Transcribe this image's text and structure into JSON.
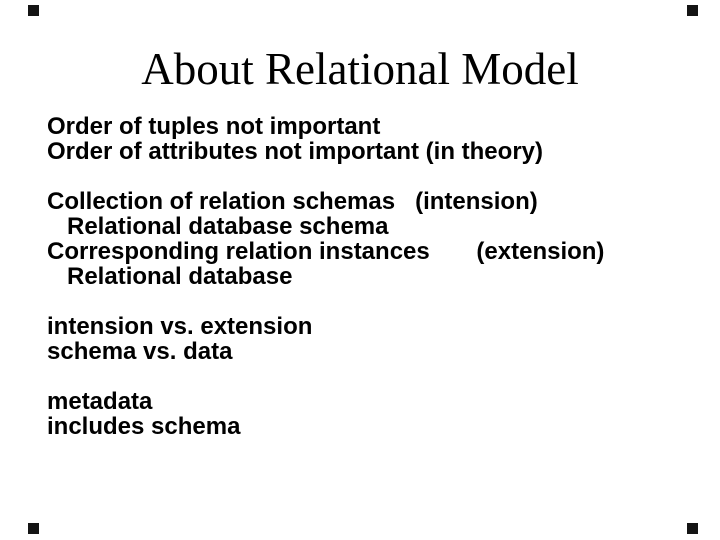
{
  "slide": {
    "title": "About Relational Model",
    "body_lines": [
      "Order of tuples not important",
      "Order of attributes not important (in theory)",
      "",
      "Collection of relation schemas   (intension)",
      "   Relational database schema",
      "Corresponding relation instances       (extension)",
      "   Relational database",
      "",
      "intension vs. extension",
      "schema vs. data",
      "",
      "metadata",
      "includes schema"
    ],
    "colors": {
      "background": "#ffffff",
      "text": "#000000",
      "corner_mark": "#141414"
    }
  }
}
